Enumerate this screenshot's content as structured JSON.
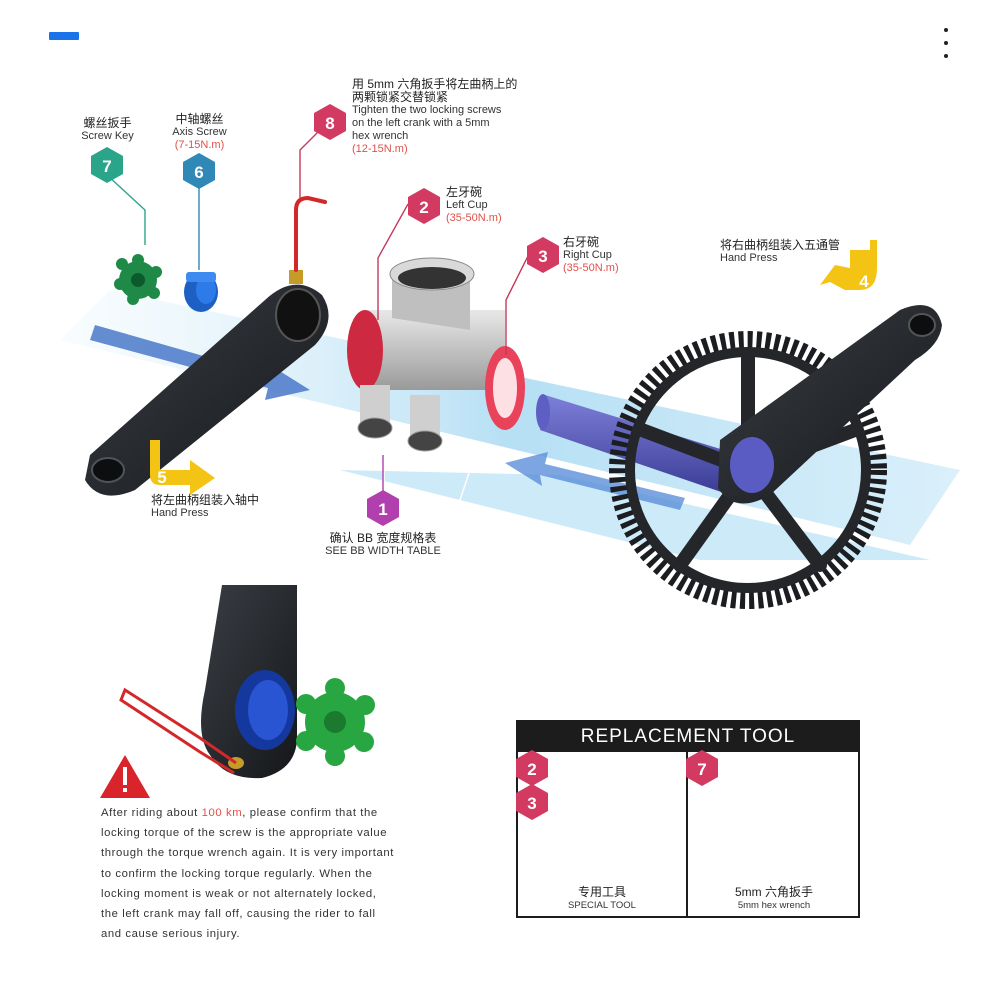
{
  "labels": {
    "step1": {
      "num": "1",
      "zh": "确认 BB 宽度规格表",
      "en": "SEE BB WIDTH TABLE"
    },
    "step2": {
      "num": "2",
      "zh": "左牙碗",
      "en": "Left Cup",
      "torque": "(35-50N.m)"
    },
    "step3": {
      "num": "3",
      "zh": "右牙碗",
      "en": "Right Cup",
      "torque": "(35-50N.m)"
    },
    "step4": {
      "num": "4",
      "zh": "将右曲柄组装入五通管",
      "en": "Hand Press"
    },
    "step5": {
      "num": "5",
      "zh": "将左曲柄组装入轴中",
      "en": "Hand Press"
    },
    "step6": {
      "num": "6",
      "zh": "中轴螺丝",
      "en": "Axis Screw",
      "torque": "(7-15N.m)"
    },
    "step7": {
      "num": "7",
      "zh": "螺丝扳手",
      "en": "Screw Key"
    },
    "step8": {
      "num": "8",
      "zh_line1": "用 5mm 六角扳手将左曲柄上的",
      "zh_line2": "两颗锁紧交替锁紧",
      "en_line1": "Tighten the two locking screws",
      "en_line2": "on the left crank with a 5mm",
      "en_line3": "hex wrench",
      "torque": "(12-15N.m)"
    }
  },
  "warning": {
    "pre": "After riding about ",
    "highlight": "100 km",
    "post": ", please confirm that the locking torque of the screw is the appropriate value through the torque wrench again. It is very important to confirm the locking torque regularly.  When the locking moment is weak or not alternately locked, the left crank may fall off, causing the rider to fall and cause serious injury."
  },
  "replacement_tool": {
    "title": "REPLACEMENT TOOL",
    "left": {
      "badge_a": "2",
      "badge_b": "3",
      "zh": "专用工具",
      "en": "SPECIAL TOOL"
    },
    "right": {
      "badge": "7",
      "zh": "5mm 六角扳手",
      "en": "5mm hex wrench"
    }
  },
  "colors": {
    "accent_blue": "#1a73e8",
    "badge_red": "#d23a62",
    "badge_teal": "#2aa58a",
    "badge_blue": "#2f88b5",
    "badge_purple": "#b23fae",
    "badge_yellow": "#f4c414",
    "warning_red": "#e0504a",
    "band_blue": "#bfe2f5"
  }
}
